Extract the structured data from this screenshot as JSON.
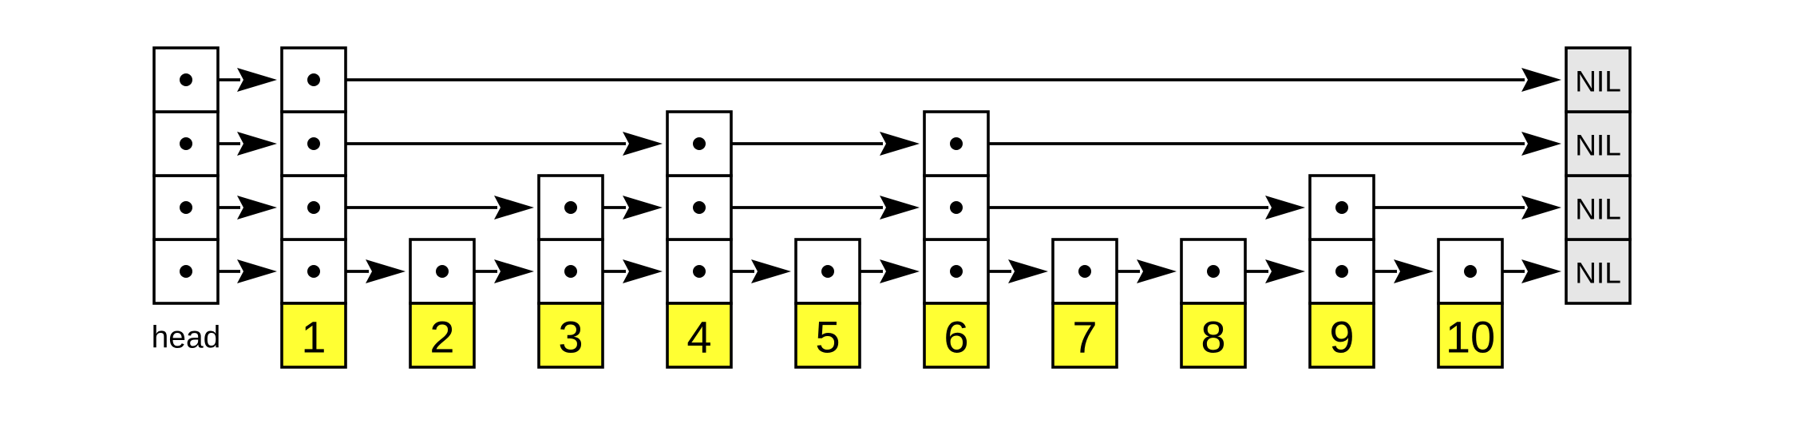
{
  "head_label": "head",
  "nil_label": "NIL",
  "levels": 4,
  "nodes": [
    {
      "key": "1",
      "height": 4
    },
    {
      "key": "2",
      "height": 1
    },
    {
      "key": "3",
      "height": 2
    },
    {
      "key": "4",
      "height": 3
    },
    {
      "key": "5",
      "height": 1
    },
    {
      "key": "6",
      "height": 3
    },
    {
      "key": "7",
      "height": 1
    },
    {
      "key": "8",
      "height": 1
    },
    {
      "key": "9",
      "height": 2
    },
    {
      "key": "10",
      "height": 1
    }
  ],
  "colors": {
    "key_fill": "#ffff33",
    "nil_fill": "#e6e6e6",
    "cell_fill": "#ffffff",
    "stroke": "#000000"
  }
}
